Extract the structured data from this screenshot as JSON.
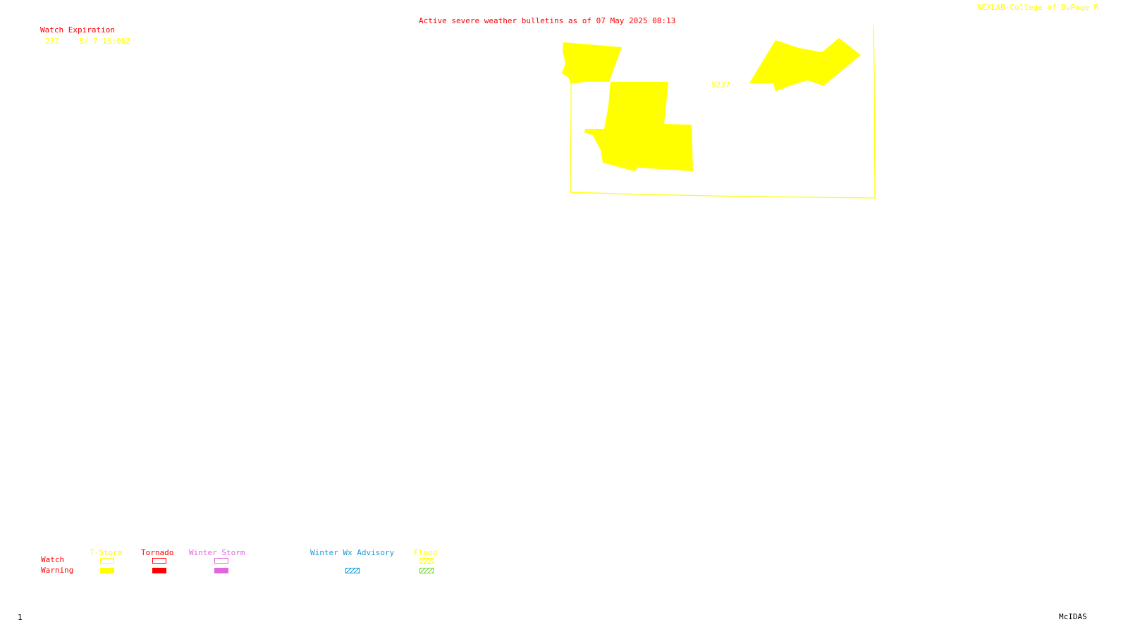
{
  "header": {
    "title": "Active severe weather bulletins as of 07 May 2025 08:13",
    "source": "NEXLAB-College of DuPage R"
  },
  "watch_expiration": {
    "heading": "Watch Expiration",
    "rows": [
      {
        "number": "237",
        "expires": "5/ 7 13:00Z"
      }
    ]
  },
  "map": {
    "watch_label": "S237",
    "colors": {
      "tstorm": "#ffff00",
      "tornado": "#ff0000",
      "winter_storm": "#e066e0",
      "winter_wx_advisory": "#1a9bd8",
      "flood": "#ffff00",
      "flood_warning": "#7ad63a"
    }
  },
  "legend": {
    "row_labels": {
      "watch": "Watch",
      "warning": "Warning"
    },
    "columns": [
      {
        "key": "tstorm",
        "label": "T-Storm"
      },
      {
        "key": "tornado",
        "label": "Tornado"
      },
      {
        "key": "winter_storm",
        "label": "Winter Storm"
      },
      {
        "key": "winter_wx_advisory",
        "label": "Winter Wx Advisory"
      },
      {
        "key": "flood",
        "label": "Flood"
      }
    ]
  },
  "footer": {
    "frame_number": "1",
    "software": "McIDAS"
  }
}
